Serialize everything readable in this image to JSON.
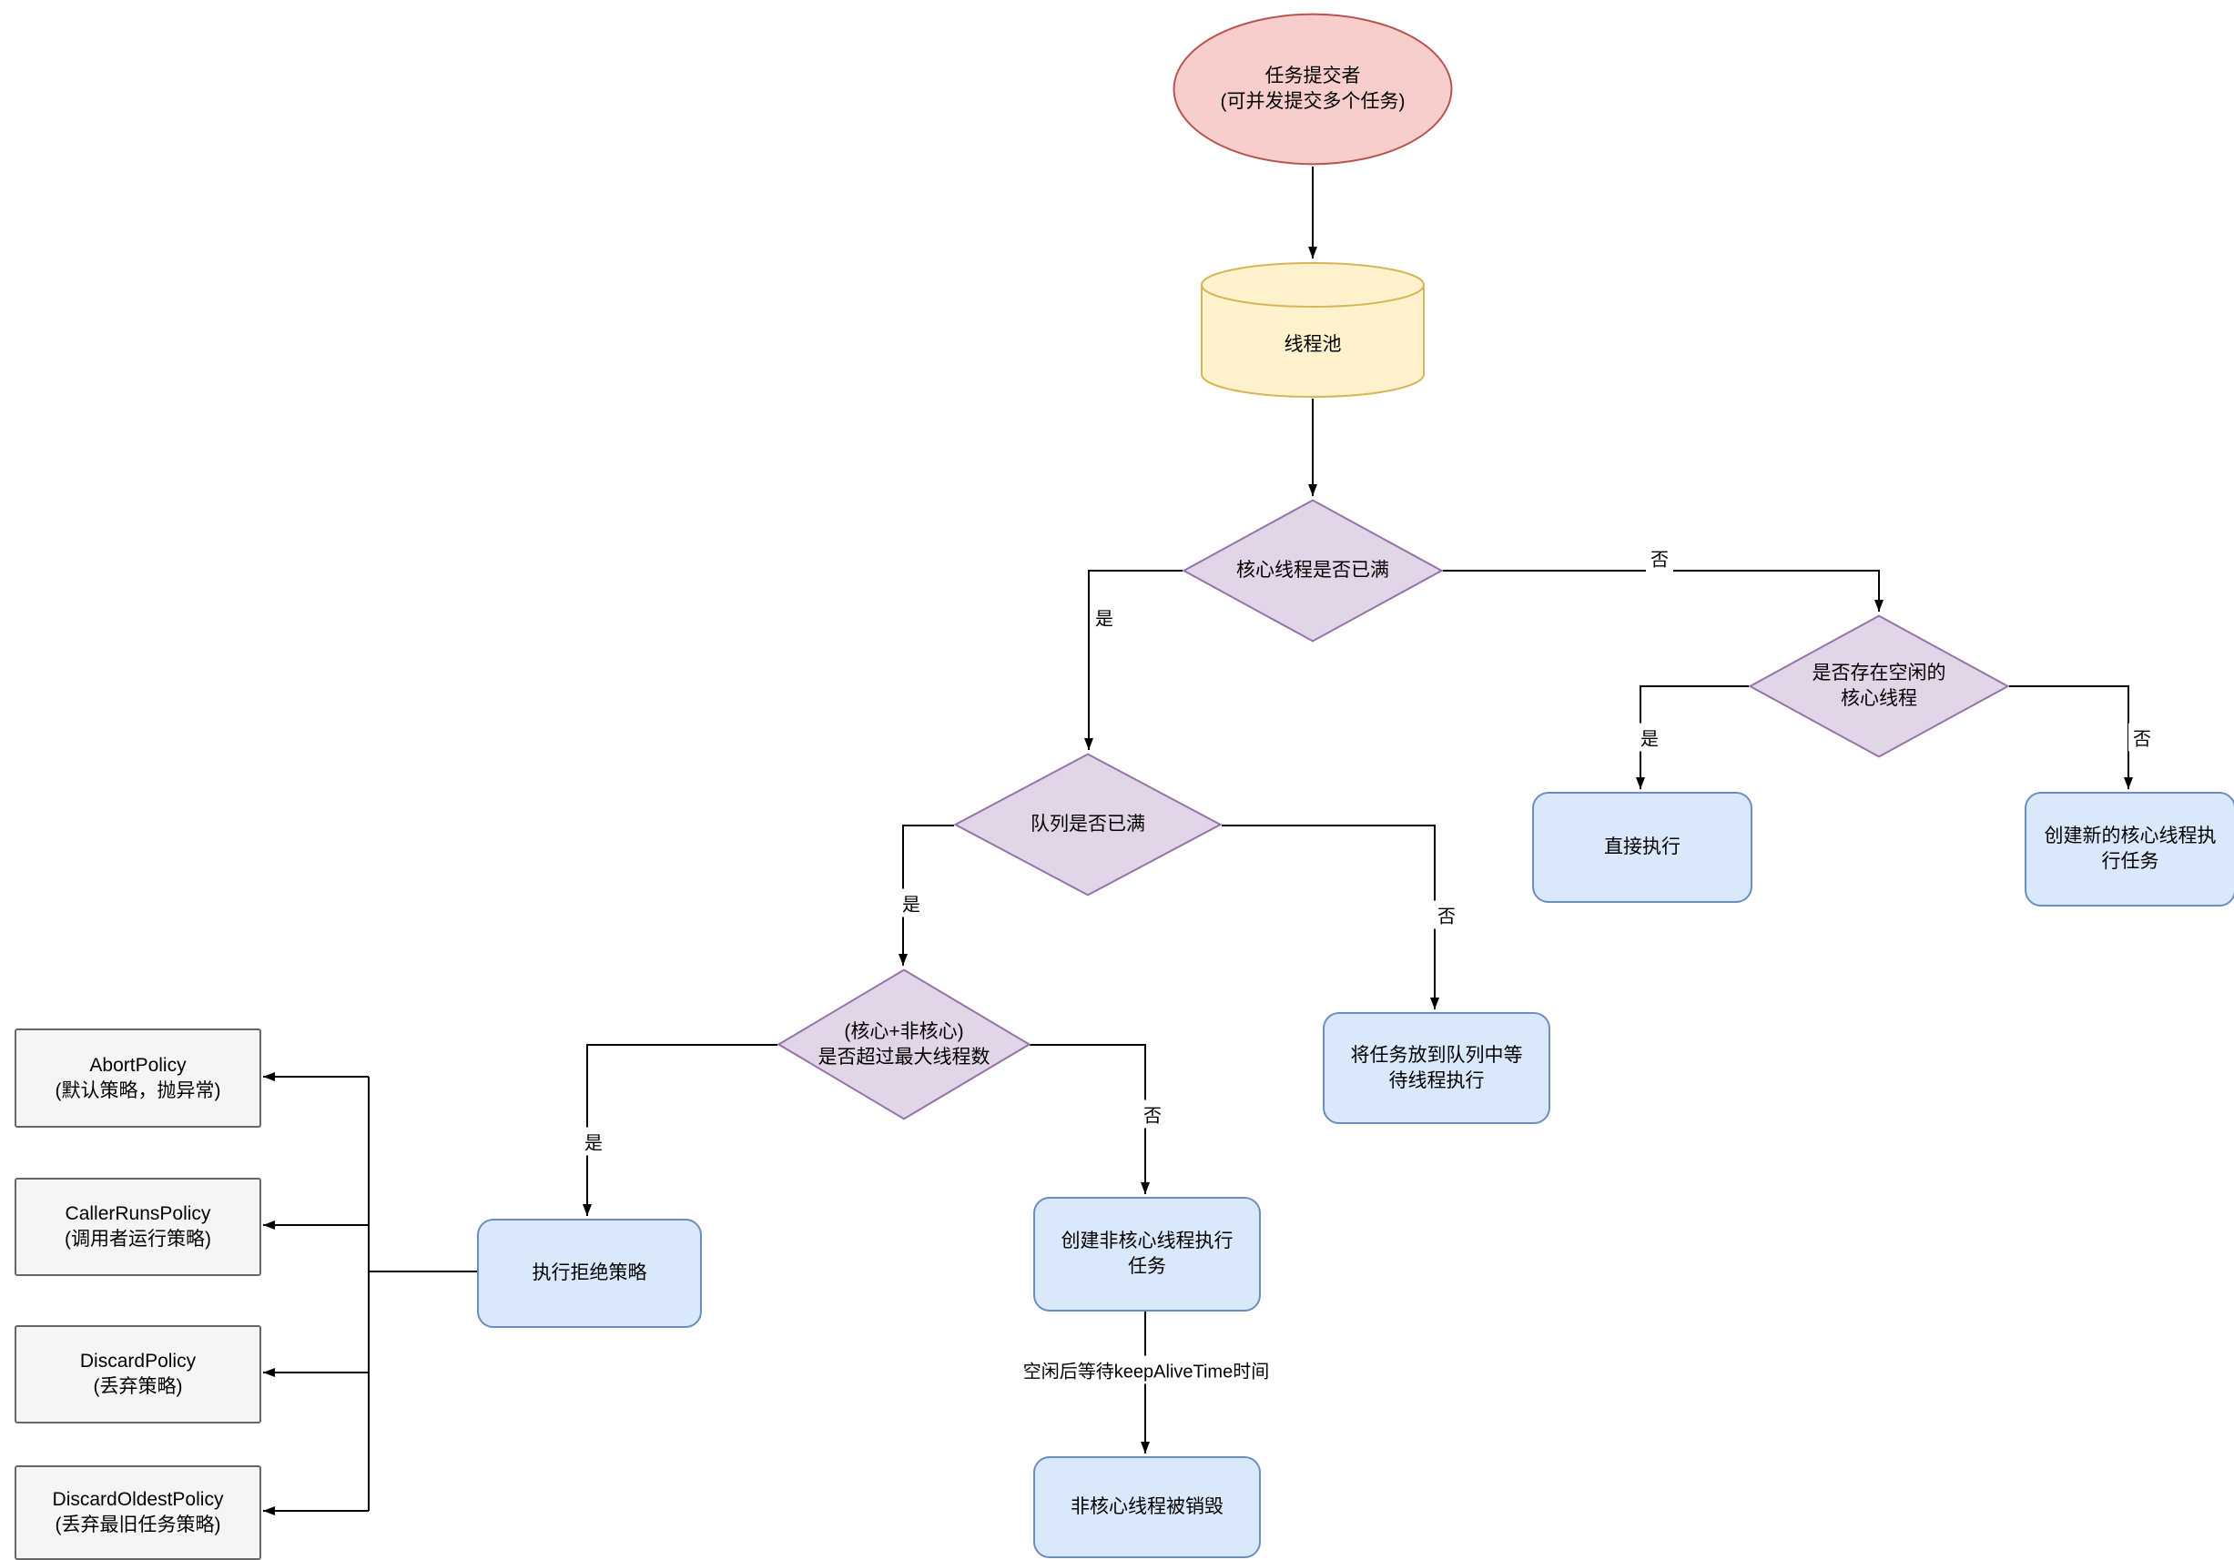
{
  "diagram": {
    "nodes": {
      "submitter": "任务提交者\n(可并发提交多个任务)",
      "thread_pool": "线程池",
      "core_full": "核心线程是否已满",
      "idle_core": "是否存在空闲的\n核心线程",
      "direct_execute": "直接执行",
      "create_core": "创建新的核心线程执\n行任务",
      "queue_full": "队列是否已满",
      "max_threads": "(核心+非核心)\n是否超过最大线程数",
      "enqueue": "将任务放到队列中等\n待线程执行",
      "reject": "执行拒绝策略",
      "create_noncore": "创建非核心线程执行\n任务",
      "destroy": "非核心线程被销毁",
      "abort_policy": "AbortPolicy\n(默认策略，抛异常)",
      "caller_runs_policy": "CallerRunsPolicy\n(调用者运行策略)",
      "discard_policy": "DiscardPolicy\n(丢弃策略)",
      "discard_oldest_policy": "DiscardOldestPolicy\n(丢弃最旧任务策略)"
    },
    "edge_labels": {
      "yes": "是",
      "no": "否",
      "keep_alive": "空闲后等待keepAliveTime时间"
    },
    "colors": {
      "ellipse_fill": "#F8CECC",
      "ellipse_stroke": "#B85450",
      "cylinder_fill": "#FFF2CC",
      "cylinder_stroke": "#D6B656",
      "diamond_fill": "#E1D5E7",
      "diamond_stroke": "#9673A6",
      "process_fill": "#DAE8FC",
      "process_stroke": "#6C8EBF",
      "policy_fill": "#F5F5F5",
      "policy_stroke": "#666666",
      "connector": "#000000"
    }
  }
}
